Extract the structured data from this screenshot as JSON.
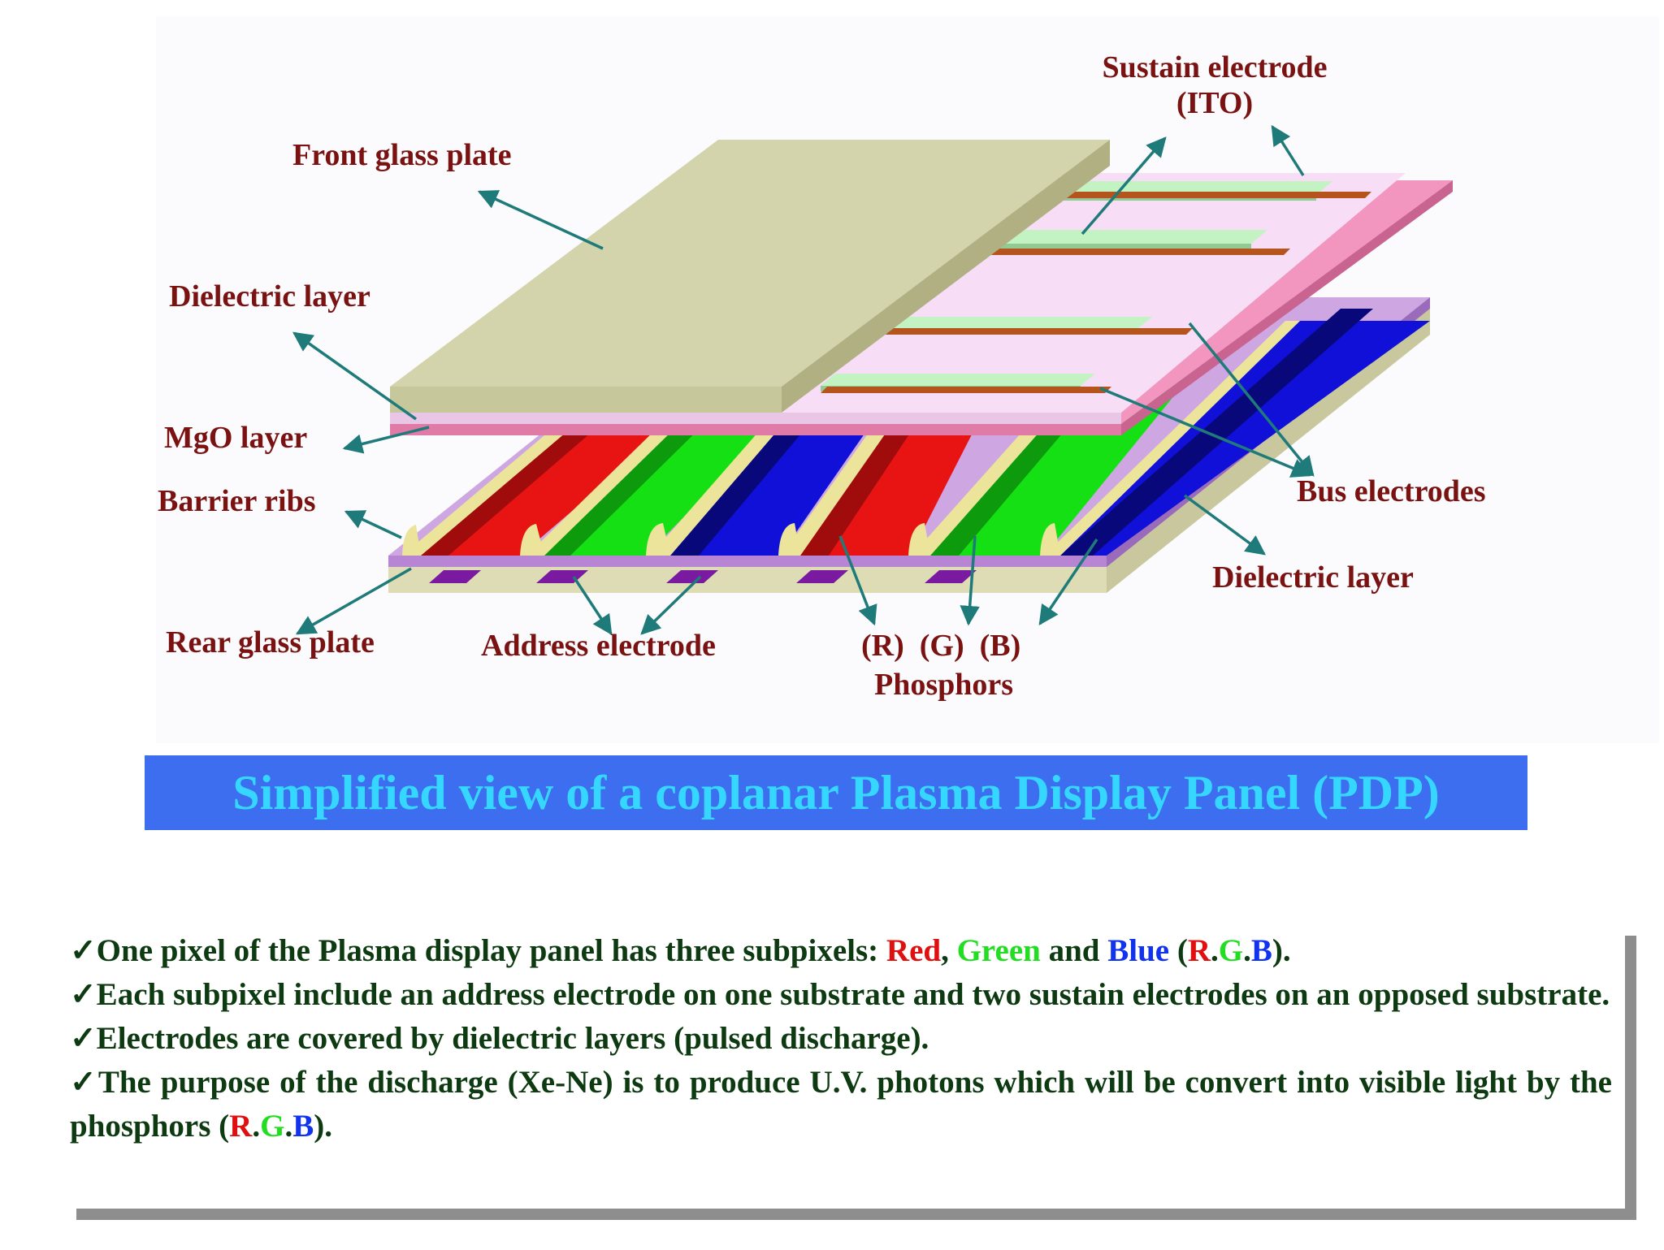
{
  "labels": {
    "sustain_electrode": "Sustain electrode",
    "sustain_ito": "(ITO)",
    "front_glass_plate": "Front glass plate",
    "dielectric_layer_top": "Dielectric layer",
    "mgo_layer": "MgO layer",
    "barrier_ribs": "Barrier ribs",
    "bus_electrodes": "Bus electrodes",
    "dielectric_layer_bottom": "Dielectric layer",
    "rear_glass_plate": "Rear glass plate",
    "address_electrode": "Address electrode",
    "r": "(R)",
    "g": "(G)",
    "b": "(B)",
    "phosphors": "Phosphors"
  },
  "banner": "Simplified view of a coplanar Plasma Display Panel (PDP)",
  "notes": {
    "line1": {
      "a": "✓One pixel of the Plasma display panel has three subpixels: ",
      "red": "Red",
      "comma": ", ",
      "green": "Green",
      "and": " and ",
      "blue": "Blue",
      "open": " (",
      "r": "R",
      "dot1": ".",
      "g": "G",
      "dot2": ".",
      "b": "B",
      "close": ")."
    },
    "line2": "✓Each subpixel include an address electrode on one substrate and two sustain electrodes on an opposed substrate.",
    "line3": "✓Electrodes are covered by dielectric layers (pulsed discharge).",
    "line4": {
      "a": "✓The purpose of the discharge (Xe-Ne) is to produce U.V. photons which will be convert into visible light by the phosphors (",
      "r": "R",
      "dot1": ".",
      "g": "G",
      "dot2": ".",
      "b": "B",
      "close": ")."
    }
  },
  "colors": {
    "front_glass": "#d3d3ac",
    "dielectric_top": "#f7ddf5",
    "mgo": "#f08ab8",
    "ito": "#c3f2c3",
    "bus": "#b5541c",
    "rear_glass": "#dedcb4",
    "dielectric_bottom": "#b785d4",
    "address": "#7a1aa0",
    "rib": "#ece49a",
    "phosphor_red": "#e81414",
    "phosphor_green": "#14e014",
    "phosphor_blue": "#1010d8",
    "arrow": "#1f7a7a",
    "label": "#7a1212",
    "banner_bg": "#3d6ef0",
    "banner_text": "#35d7ff"
  }
}
